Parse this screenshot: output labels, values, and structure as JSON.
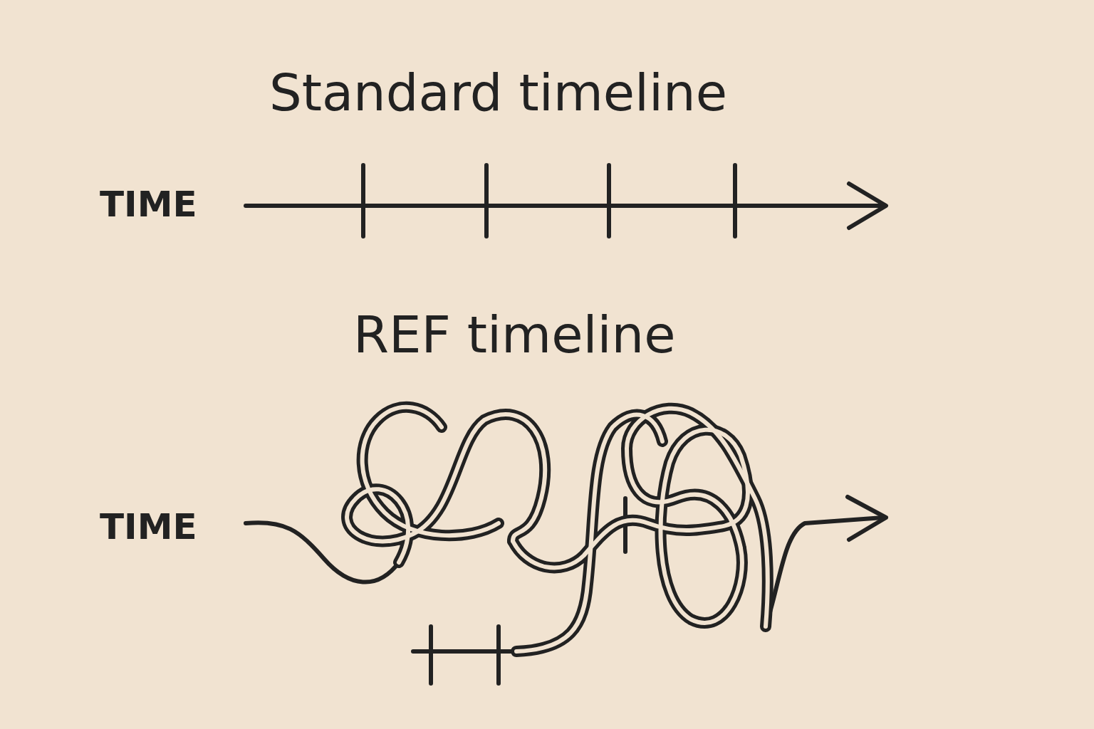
{
  "diagram": {
    "labels": [
      "Standard timeline",
      "TIME",
      "REF timeline",
      "TIME"
    ]
  }
}
